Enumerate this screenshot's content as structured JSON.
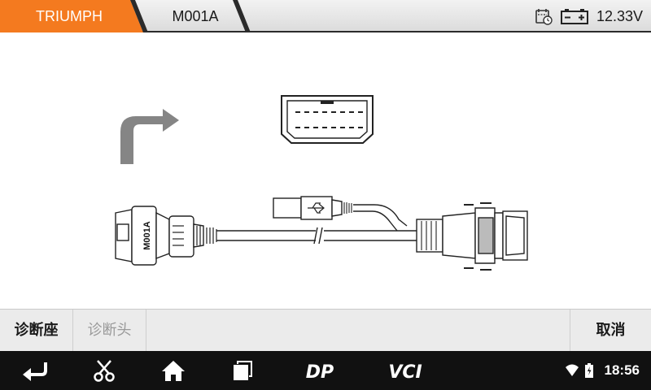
{
  "header": {
    "breadcrumb": [
      "TRIUMPH",
      "M001A"
    ],
    "voltage": "12.33V",
    "colors": {
      "active_crumb": "#f47a1f",
      "bar_border": "#2b2b2b"
    },
    "icons": [
      "calendar-clock-icon",
      "battery-icon"
    ]
  },
  "main": {
    "cable_label": "M001A",
    "figures": [
      "turn-arrow-icon",
      "obd-connector-port",
      "m001a-cable-diagram"
    ]
  },
  "function_bar": {
    "buttons": [
      "诊断座",
      "诊断头"
    ],
    "cancel_label": "取消"
  },
  "system_bar": {
    "time": "18:56",
    "nav_icons": [
      "back-icon",
      "scissors-icon",
      "home-icon",
      "recent-apps-icon",
      "dp-icon",
      "vci-icon"
    ],
    "dp_label": "DP",
    "vci_label": "VCI",
    "status_icons": [
      "wifi-icon",
      "battery-icon"
    ]
  }
}
